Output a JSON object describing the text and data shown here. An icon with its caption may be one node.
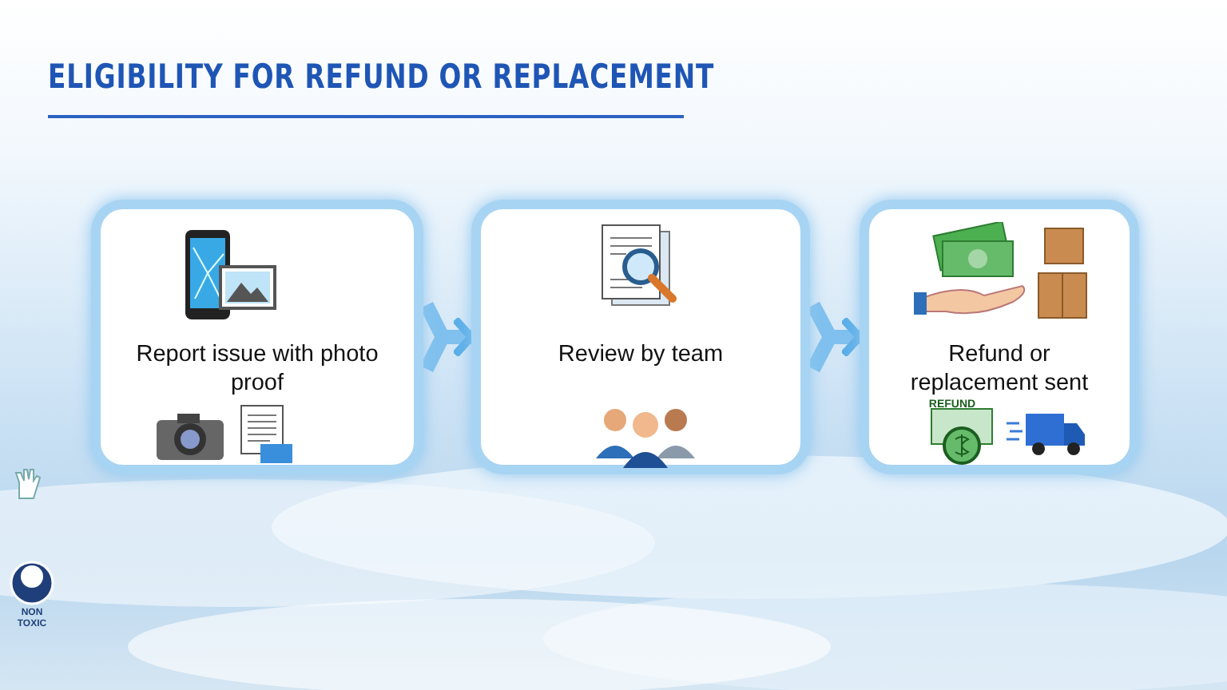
{
  "diagram": {
    "title": "ELIGIBILITY FOR REFUND OR REPLACEMENT",
    "nodes": [
      {
        "text": [
          "Report issue with photo proof"
        ]
      },
      {
        "text": [
          "Review by team"
        ]
      },
      {
        "text": [
          "Refund or replacement sent"
        ]
      }
    ],
    "edges": [
      {
        "from": 0,
        "to": 1,
        "arrow": "to"
      },
      {
        "from": 1,
        "to": 2,
        "arrow": "to"
      }
    ],
    "labels": [
      "REFUND",
      "NON TOXIC"
    ]
  }
}
